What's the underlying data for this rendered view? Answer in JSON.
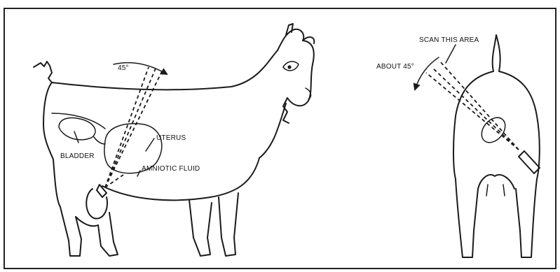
{
  "colors": {
    "ink": "#1a1a1a",
    "paper": "#ffffff",
    "frame": "#222222"
  },
  "left_figure": {
    "angle_label": "45°",
    "labels": {
      "uterus": "UTERUS",
      "bladder": "BLADDER",
      "amniotic_fluid": "AMNIOTIC FLUID"
    }
  },
  "right_figure": {
    "scan_label": "SCAN THIS AREA",
    "angle_label": "ABOUT 45°"
  }
}
